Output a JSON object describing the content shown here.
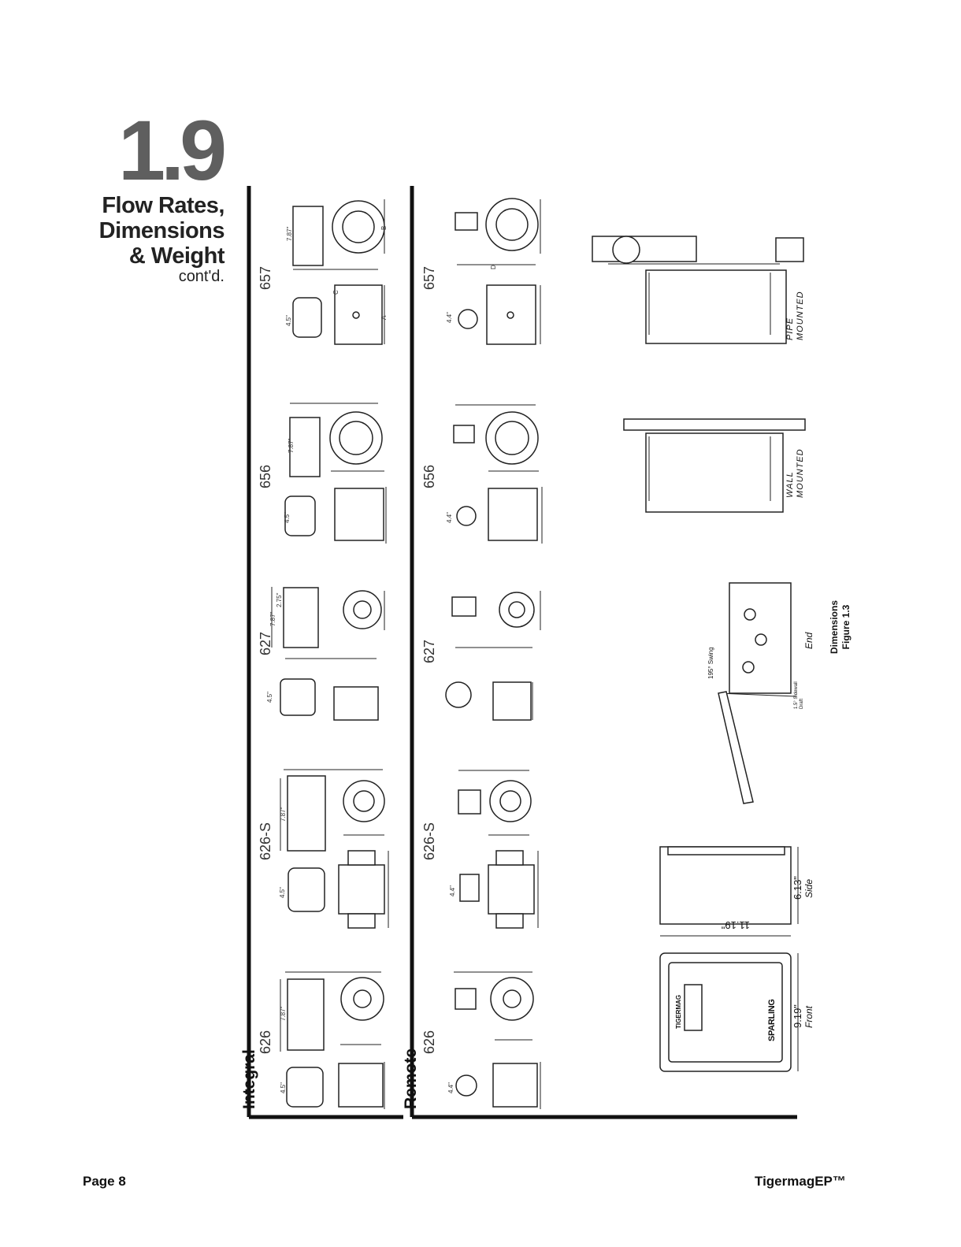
{
  "section": {
    "number": "1.9",
    "title_lines": [
      "Flow Rates,",
      "Dimensions",
      "& Weight"
    ],
    "subtitle": "cont'd."
  },
  "groups": {
    "integral": "Integral",
    "remote": "Remote"
  },
  "models": {
    "integral": [
      "626",
      "626-S",
      "627",
      "656",
      "657"
    ],
    "remote": [
      "626",
      "626-S",
      "627",
      "656",
      "657"
    ]
  },
  "dimension_labels": {
    "integral_side": "4.5\"",
    "integral_height": "7.87\"",
    "integral_627_top": "2.75\"",
    "remote_side": "4.4\"",
    "a": "A",
    "b": "B",
    "c": "C",
    "d": "D"
  },
  "enclosure": {
    "front_height": "9.19\"",
    "front_label": "Front",
    "width": "11.19\"",
    "side_depth": "6.13\"",
    "side_label": "Side",
    "end_label": "End",
    "swing": "195° Swing",
    "sidewall_draft": "1.5° Sidewall Draft",
    "brand": "SPARLING",
    "product_badge": "TIGERMAG"
  },
  "mounting": {
    "wall": [
      "WALL",
      "MOUNTED"
    ],
    "pipe": [
      "PIPE",
      "MOUNTED"
    ]
  },
  "figure": {
    "title": "Dimensions",
    "number": "Figure 1.3"
  },
  "footer": {
    "page": "Page 8",
    "product": "TigermagEP™"
  }
}
